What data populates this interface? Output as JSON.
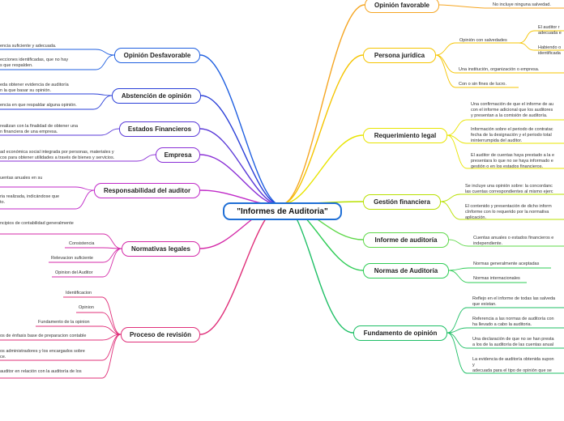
{
  "root": {
    "title": "\"Informes de Auditoria\""
  },
  "colors": {
    "root": "#1f6fd6",
    "Opinión favorable": "#f5a623",
    "Persona jurídica": "#f5c400",
    "Requerimiento legal": "#e8e400",
    "Gestión financiera": "#b8e000",
    "Informe de auditoría": "#5fd84a",
    "Normas de Auditoría": "#2ecc55",
    "Fundamento de opinión": "#1fbf66",
    "Opinión Desfavorable": "#1f5fe0",
    "Abstención de opinión": "#2a3fd8",
    "Estados Financieros": "#5a3ad8",
    "Empresa": "#8a2fd6",
    "Responsabilidad del auditor": "#c02ac8",
    "Normativas legales": "#d42aa8",
    "Proceso de revisión": "#e0307a"
  },
  "branches": [
    {
      "label": "Opinión favorable",
      "leaves": [
        "No incluye ninguna salvedad."
      ]
    },
    {
      "label": "Persona jurídica",
      "leaves": [
        "Opinión con salvedades",
        "El auditor r\nadecuada e",
        "Habiendo o\nidentificada",
        "Una institución, organización o empresa.",
        "Con o sin fines de lucro."
      ]
    },
    {
      "label": "Requerimiento legal",
      "leaves": [
        "Una confirmación de que el informe de au\ncon el informe adicional que los auditores\ny presentan a la comisión de auditoría.",
        "Información sobre el periodo de contratac\nfecha de la designación y el periodo total\nininterrumpida del auditor.",
        "El auditor de cuentas haya prestado a la e\npresentara lo que no se haya informado e\ngestión o en los estados financieros."
      ]
    },
    {
      "label": "Gestión financiera",
      "leaves": [
        "Se incluye una opinión sobre: la concordanc\nlas cuentas correspondientes al mismo ejerc",
        "El contenido y presentación de dicho inform\ncInforme con lo requerido por la normativa\naplicación."
      ]
    },
    {
      "label": "Informe de auditoría",
      "leaves": [
        "Cuentas anuales o estados financieros e\nindependiente."
      ]
    },
    {
      "label": "Normas de Auditoría",
      "leaves": [
        "Normas generalmente aceptadas",
        "Normas internacionales"
      ]
    },
    {
      "label": "Fundamento de opinión",
      "leaves": [
        "Reflejo en el informe de todas las salveda\nque existan.",
        "Referencia a las normas de auditoría con\nha llevado a cabo la auditoria.",
        "Una declaración de que no se han presta\na los de la auditoría de las cuentas anual",
        "La evidencia de auditoría obtenida supon\ny\nadecuada para el tipo de opinión que se"
      ]
    },
    {
      "label": "Opinión Desfavorable",
      "leaves": [
        "encia suficiente y adecuada.",
        "ecciones identificadas, que no hay\ns que respalden."
      ]
    },
    {
      "label": "Abstención de opinión",
      "leaves": [
        "eda obtener evidencia de auditoría\nn la que basar su opinión.",
        "encia en que respaldar alguna opinión."
      ]
    },
    {
      "label": "Estados Financieros",
      "leaves": [
        "realizan con la finalidad de obtener una\nn financiera de una empresa."
      ]
    },
    {
      "label": "Empresa",
      "leaves": [
        "ad económica social integrada por personas, materiales y\ncos para obtener utilidades a través de bienes y servicios."
      ]
    },
    {
      "label": "Responsabilidad del auditor",
      "leaves": [
        "uentas anuales en su",
        "ria realizada, indicándose que\nto."
      ]
    },
    {
      "label": "Normativas legales",
      "leaves": [
        "ncipios de contabilidad generalmente",
        "Consistencia",
        "Relevacion suficiente",
        "Opinion del Auditor"
      ]
    },
    {
      "label": "Proceso de revisión",
      "leaves": [
        "Identificacion",
        "Opinion",
        "Fundamento de la opinion",
        "os de énfasis base de preparacion contable",
        "os administradores y los encargados sobre\nce.",
        "auditor en relación con la auditoría de los"
      ]
    }
  ]
}
